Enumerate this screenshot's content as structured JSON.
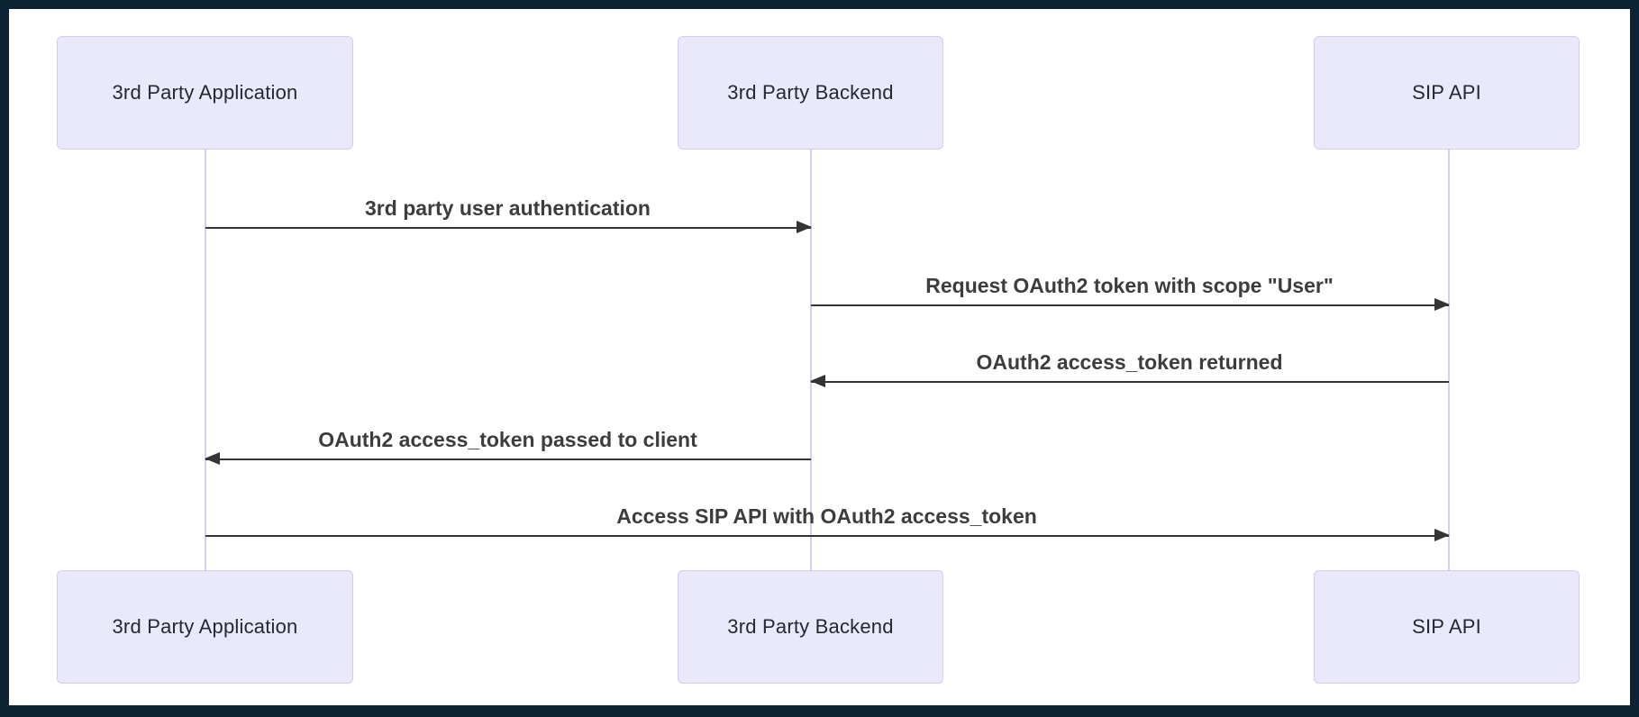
{
  "diagram": {
    "type": "sequence",
    "actors": [
      {
        "id": "third-party-application",
        "label": "3rd Party Application"
      },
      {
        "id": "third-party-backend",
        "label": "3rd Party Backend"
      },
      {
        "id": "sip-api",
        "label": "SIP API"
      }
    ],
    "messages": [
      {
        "text": "3rd party user authentication",
        "from": 0,
        "to": 1
      },
      {
        "text": "Request OAuth2 token with scope \"User\"",
        "from": 1,
        "to": 2
      },
      {
        "text": "OAuth2 access_token returned",
        "from": 2,
        "to": 1
      },
      {
        "text": "OAuth2 access_token passed to client",
        "from": 1,
        "to": 0
      },
      {
        "text": "Access SIP API with OAuth2 access_token",
        "from": 0,
        "to": 2
      }
    ],
    "colors": {
      "frame_border": "#0b2332",
      "actor_fill": "#e9e9fb",
      "actor_border": "#d4ccee",
      "lifeline": "#d7cef1",
      "arrow": "#343434",
      "message_text": "#3d3d3d",
      "actor_text": "#24292e",
      "background": "#ffffff"
    }
  }
}
